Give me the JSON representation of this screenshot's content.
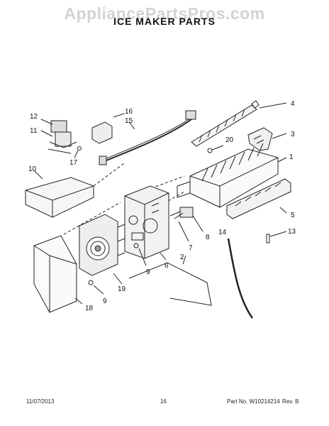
{
  "watermark": "AppliancePartsPros.com",
  "title": "ICE MAKER PARTS",
  "callouts": {
    "c1": "1",
    "c2": "2",
    "c3": "3",
    "c4": "4",
    "c5": "5",
    "c6": "6",
    "c7": "7",
    "c8": "8",
    "c9a": "9",
    "c9b": "9",
    "c10": "10",
    "c11": "11",
    "c12": "12",
    "c13": "13",
    "c14": "14",
    "c15": "15",
    "c16": "16",
    "c17": "17",
    "c18": "18",
    "c19": "19",
    "c20": "20"
  },
  "footer": {
    "date": "11/07/2013",
    "page": "16",
    "part_number": "Part No. W10214214",
    "revision": "Rev. B"
  }
}
